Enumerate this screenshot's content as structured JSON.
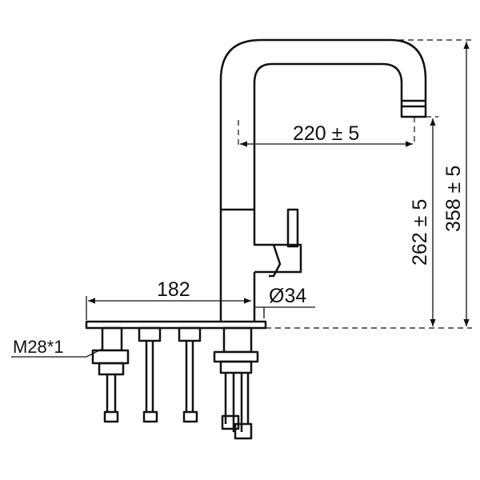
{
  "dimensions": {
    "spout_reach": "220 ± 5",
    "spout_height": "262 ± 5",
    "total_height": "358 ± 5",
    "hole_offset": "182",
    "hole_diameter": "Ø34"
  },
  "labels": {
    "thread": "M28*1"
  }
}
